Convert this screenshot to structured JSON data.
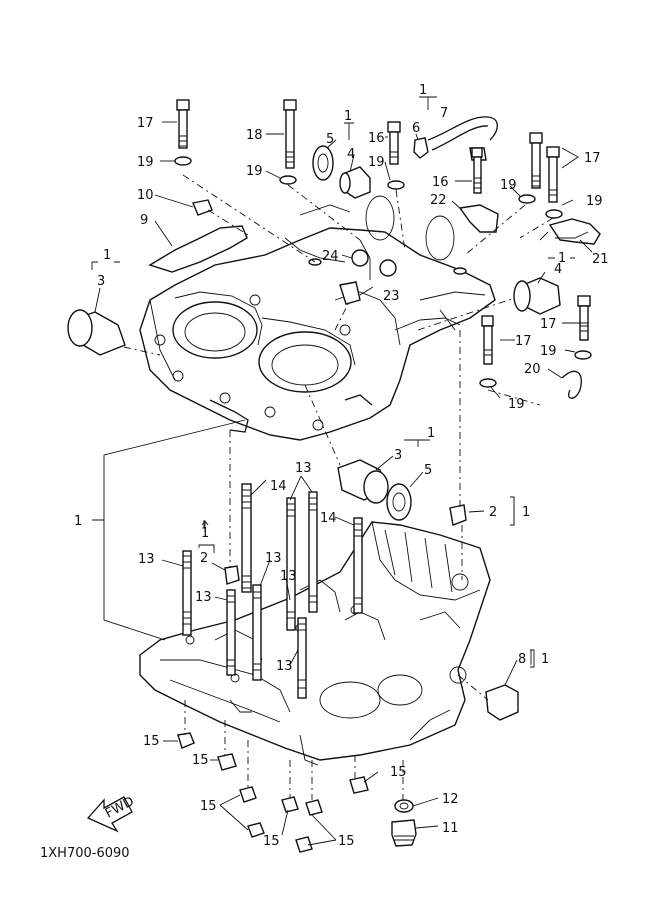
{
  "diagram_code": "1XH700-6090",
  "fwd_label": "FWD",
  "callouts": {
    "c1_top7": "1",
    "c7": "7",
    "c6": "6",
    "c5a": "5",
    "c1_top5": "1",
    "c4a": "4",
    "c16a": "16",
    "c18": "18",
    "c17a": "17",
    "c19a": "19",
    "c19b": "19",
    "c19c": "19",
    "c16b": "16",
    "c19d": "19",
    "c17b": "17",
    "c19e": "19",
    "c10": "10",
    "c9": "9",
    "c22": "22",
    "c21": "21",
    "c24": "24",
    "c23": "23",
    "c1_left3": "1",
    "c3a": "3",
    "c1_right4": "1",
    "c4b": "4",
    "c17c": "17",
    "c17d": "17",
    "c19f": "19",
    "c20": "20",
    "c19g": "19",
    "c1_mid": "1",
    "c3b": "3",
    "c5b": "5",
    "c13a": "13",
    "c14a": "14",
    "c14b": "14",
    "c2a": "2",
    "c1_2a": "1",
    "c1_main": "1",
    "c1_arrow": "1",
    "c2b": "2",
    "c13b": "13",
    "c13c": "13",
    "c13d": "13",
    "c13e": "13",
    "c8": "8",
    "c1_8": "1",
    "c15a": "15",
    "c15b": "15",
    "c15c": "15",
    "c15d": "15",
    "c15e": "15",
    "c15f": "15",
    "c12": "12",
    "c11": "11"
  }
}
